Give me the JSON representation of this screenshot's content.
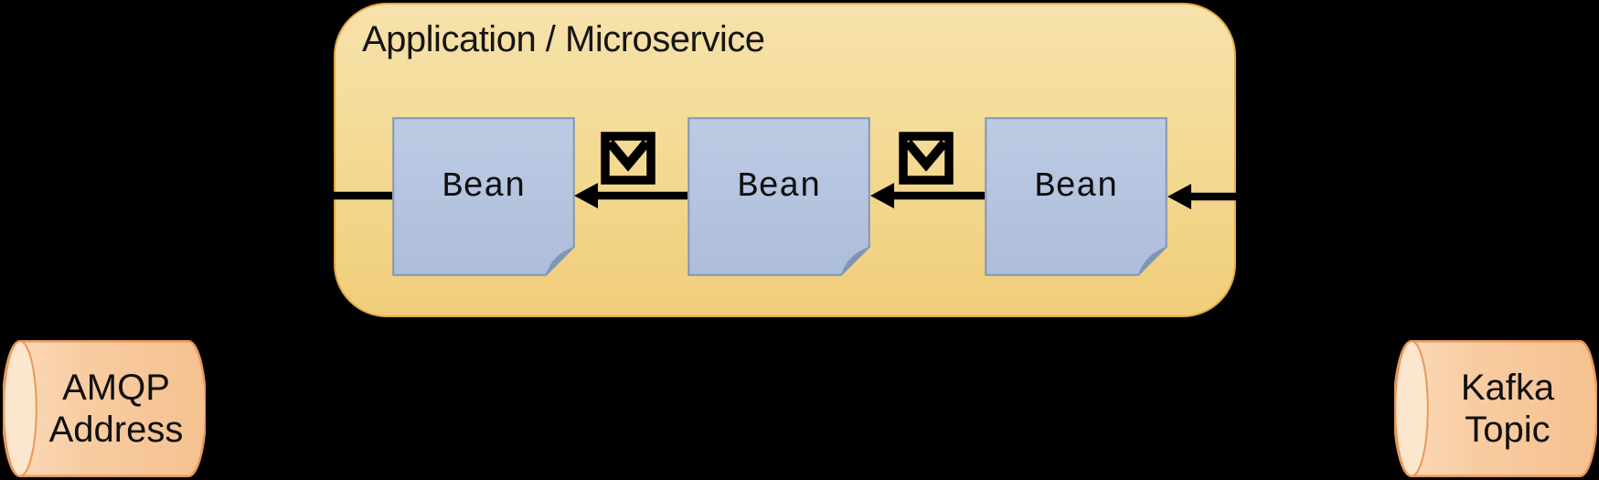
{
  "application": {
    "title": "Application / Microservice",
    "beans": [
      {
        "label": "Bean"
      },
      {
        "label": "Bean"
      },
      {
        "label": "Bean"
      }
    ]
  },
  "endpoints": {
    "amqp": {
      "line1": "AMQP",
      "line2": "Address"
    },
    "kafka": {
      "line1": "Kafka",
      "line2": "Topic"
    }
  },
  "icons": {
    "envelope": "envelope-message-icon"
  },
  "flow": {
    "direction": "right-to-left",
    "description_visible": false
  },
  "colors": {
    "page_background": "#000000",
    "app_box_fill_top": "#f6e2ab",
    "app_box_fill_bottom": "#f0cd7a",
    "app_box_border": "#e1aa41",
    "bean_fill_top": "#bdcae4",
    "bean_fill_bottom": "#adbeda",
    "bean_border": "#8495b5",
    "bean_fold": "#8094b8",
    "cylinder_fill_left": "#fbdcbd",
    "cylinder_fill_right": "#f5c190",
    "cylinder_cap_fill": "#fce6cd",
    "cylinder_border": "#e8995b",
    "arrow_color": "#000000",
    "text_color": "#151515"
  }
}
